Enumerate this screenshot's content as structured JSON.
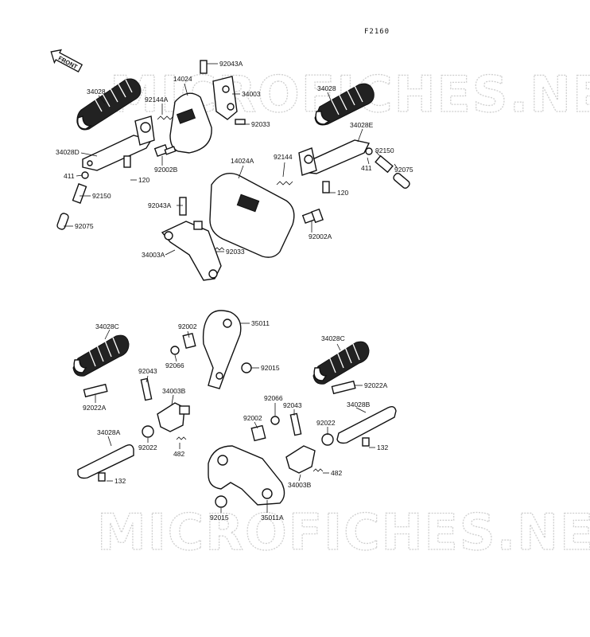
{
  "diagram_code": "F2160",
  "front_label": "FRONT",
  "watermarks": [
    "MICROFICHES.NET",
    "MICROFICHES.NET"
  ],
  "parts": [
    {
      "id": "92043A-top",
      "label": "92043A"
    },
    {
      "id": "14024",
      "label": "14024"
    },
    {
      "id": "34028-left",
      "label": "34028"
    },
    {
      "id": "34003",
      "label": "34003"
    },
    {
      "id": "92144A",
      "label": "92144A"
    },
    {
      "id": "92033-top",
      "label": "92033"
    },
    {
      "id": "34028-right",
      "label": "34028"
    },
    {
      "id": "34028D",
      "label": "34028D"
    },
    {
      "id": "92002B",
      "label": "92002B"
    },
    {
      "id": "411-left",
      "label": "411"
    },
    {
      "id": "120-left",
      "label": "120"
    },
    {
      "id": "92150-left",
      "label": "92150"
    },
    {
      "id": "92075-left",
      "label": "92075"
    },
    {
      "id": "34028E",
      "label": "34028E"
    },
    {
      "id": "14024A",
      "label": "14024A"
    },
    {
      "id": "92144",
      "label": "92144"
    },
    {
      "id": "92150-right",
      "label": "92150"
    },
    {
      "id": "411-right",
      "label": "411"
    },
    {
      "id": "92075-right",
      "label": "92075"
    },
    {
      "id": "120-right",
      "label": "120"
    },
    {
      "id": "92043A-mid",
      "label": "92043A"
    },
    {
      "id": "92002A",
      "label": "92002A"
    },
    {
      "id": "34003A",
      "label": "34003A"
    },
    {
      "id": "92033-mid",
      "label": "92033"
    },
    {
      "id": "35011",
      "label": "35011"
    },
    {
      "id": "34028C-left",
      "label": "34028C"
    },
    {
      "id": "92002-top",
      "label": "92002"
    },
    {
      "id": "92066-left",
      "label": "92066"
    },
    {
      "id": "92015-top",
      "label": "92015"
    },
    {
      "id": "34028C-right",
      "label": "34028C"
    },
    {
      "id": "92043-left",
      "label": "92043"
    },
    {
      "id": "34003B-top",
      "label": "34003B"
    },
    {
      "id": "92022A-right",
      "label": "92022A"
    },
    {
      "id": "92022A-left",
      "label": "92022A"
    },
    {
      "id": "92066-right",
      "label": "92066"
    },
    {
      "id": "92043-right",
      "label": "92043"
    },
    {
      "id": "34028B",
      "label": "34028B"
    },
    {
      "id": "92002-mid",
      "label": "92002"
    },
    {
      "id": "92022-right",
      "label": "92022"
    },
    {
      "id": "34028A",
      "label": "34028A"
    },
    {
      "id": "92022-left",
      "label": "92022"
    },
    {
      "id": "482-left",
      "label": "482"
    },
    {
      "id": "132-right",
      "label": "132"
    },
    {
      "id": "482-right",
      "label": "482"
    },
    {
      "id": "132-left",
      "label": "132"
    },
    {
      "id": "34003B-bottom",
      "label": "34003B"
    },
    {
      "id": "92015-bottom",
      "label": "92015"
    },
    {
      "id": "35011A",
      "label": "35011A"
    }
  ]
}
